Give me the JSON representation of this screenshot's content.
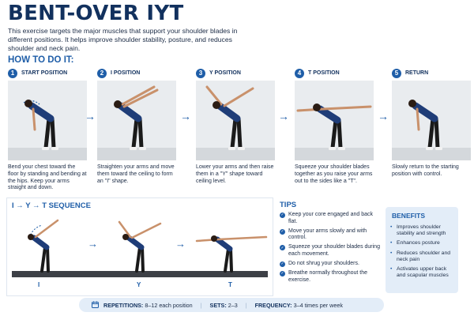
{
  "page": {
    "title": "BENT-OVER IYT",
    "intro": "This exercise targets the major muscles that support your shoulder blades in different positions. It helps improve shoulder stability, posture, and reduces shoulder and neck pain.",
    "how_to_title": "HOW TO DO IT:"
  },
  "steps": [
    {
      "num": "1",
      "title": "START POSITION",
      "desc": "Bend your chest toward the floor by standing and bending at the hips. Keep your arms straight and down."
    },
    {
      "num": "2",
      "title": "I POSITION",
      "desc": "Straighten your arms and move them toward the ceiling to form an \"I\" shape."
    },
    {
      "num": "3",
      "title": "Y POSITION",
      "desc": "Lower your arms and then raise them in a \"Y\" shape toward ceiling level."
    },
    {
      "num": "4",
      "title": "T POSITION",
      "desc": "Squeeze your shoulder blades together as you raise your arms out to the sides like a \"T\"."
    },
    {
      "num": "5",
      "title": "RETURN",
      "desc": "Slowly return to the starting position with control."
    }
  ],
  "sequence": {
    "title": "I → Y → T SEQUENCE",
    "labels": [
      "I",
      "Y",
      "T"
    ]
  },
  "tips": {
    "title": "TIPS",
    "items": [
      "Keep your core engaged and back flat.",
      "Move your arms slowly and with control.",
      "Squeeze your shoulder blades during each movement.",
      "Do not shrug your shoulders.",
      "Breathe normally throughout the exercise."
    ]
  },
  "benefits": {
    "title": "BENEFITS",
    "items": [
      "Improves shoulder stability and strength",
      "Enhances posture",
      "Reduces shoulder and neck pain",
      "Activates upper back and scapular muscles"
    ]
  },
  "footer": {
    "repetitions_label": "REPETITIONS:",
    "repetitions_value": "8–12 each position",
    "sets_label": "SETS:",
    "sets_value": "2–3",
    "frequency_label": "FREQUENCY:",
    "frequency_value": "3–4 times per week"
  },
  "icons": {
    "step_arrow": "arrow-right-icon",
    "tip_bullet": "check-circle-icon",
    "calendar": "calendar-icon"
  },
  "colors": {
    "title": "#12315e",
    "accent": "#1f5ea8",
    "panel": "#e3edf8",
    "top": "#1f3d78",
    "legs": "#1a1a1a",
    "skin": "#c9916b"
  }
}
